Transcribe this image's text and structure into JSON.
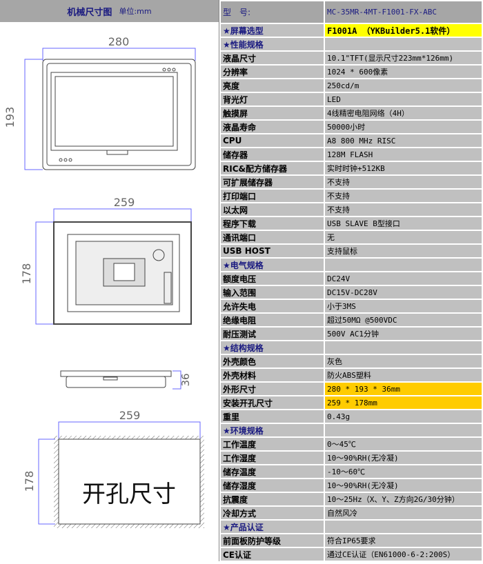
{
  "left": {
    "title": "机械尺寸图",
    "unit": "单位:mm",
    "drawings": {
      "front_w": "280",
      "front_h": "193",
      "back_w": "259",
      "back_h": "178",
      "side_d": "36",
      "cut_w": "259",
      "cut_h": "178",
      "cut_label": "开孔尺寸"
    }
  },
  "header": {
    "label": "型　号:",
    "value": "MC-35MR-4MT-F1001-FX-ABC"
  },
  "colors": {
    "highlight_yellow": "#ffff00",
    "highlight_gold": "#ffcc00",
    "model_pink": "#ff99cc",
    "section_text": "#1a1a80",
    "cell_bg": "#c0c0c0"
  },
  "rows": [
    {
      "k": "★屏幕选型",
      "v": "F1001A （YKBuilder5.1软件）",
      "t": "sec",
      "hl": "yel"
    },
    {
      "k": "★性能规格",
      "v": "",
      "t": "sec"
    },
    {
      "k": "液晶尺寸",
      "v": "10.1\"TFT(显示尺寸223mm*126mm)"
    },
    {
      "k": "分辨率",
      "v": "1024 * 600像素"
    },
    {
      "k": "亮度",
      "v": "250cd/m"
    },
    {
      "k": "背光灯",
      "v": "LED"
    },
    {
      "k": "触摸屏",
      "v": "4线精密电阻网络（4H）"
    },
    {
      "k": "液晶寿命",
      "v": "50000小时"
    },
    {
      "k": "CPU",
      "v": "A8 800 MHz RISC"
    },
    {
      "k": "储存器",
      "v": "128M FLASH"
    },
    {
      "k": "RIC&配方储存器",
      "v": "实时时钟+512KB"
    },
    {
      "k": "可扩展储存器",
      "v": "不支持"
    },
    {
      "k": "打印端口",
      "v": "不支持"
    },
    {
      "k": "以太网",
      "v": "不支持"
    },
    {
      "k": "程序下载",
      "v": "USB SLAVE B型接口"
    },
    {
      "k": "通讯端口",
      "v": "无"
    },
    {
      "k": "USB HOST",
      "v": "支持鼠标"
    },
    {
      "k": "★电气规格",
      "v": "",
      "t": "sec"
    },
    {
      "k": "额度电压",
      "v": "DC24V"
    },
    {
      "k": "输入范围",
      "v": "DC15V-DC28V"
    },
    {
      "k": "允许失电",
      "v": "小于3MS"
    },
    {
      "k": "绝缘电阻",
      "v": "超过50MΩ @500VDC"
    },
    {
      "k": "耐压测试",
      "v": "500V AC1分钟"
    },
    {
      "k": "★结构规格",
      "v": "",
      "t": "sec"
    },
    {
      "k": "外壳颜色",
      "v": "灰色"
    },
    {
      "k": "外壳材料",
      "v": "防火ABS塑料"
    },
    {
      "k": "外形尺寸",
      "v": "280 * 193 * 36mm",
      "hl": "gold"
    },
    {
      "k": "安装开孔尺寸",
      "v": "259 * 178mm",
      "hl": "gold"
    },
    {
      "k": "重里",
      "v": "0.43g"
    },
    {
      "k": "★环境规格",
      "v": "",
      "t": "sec"
    },
    {
      "k": "工作温度",
      "v": "0～45℃"
    },
    {
      "k": "工作湿度",
      "v": "10～90%RH(无冷凝)"
    },
    {
      "k": "储存温度",
      "v": "-10～60℃"
    },
    {
      "k": "储存湿度",
      "v": "10～90%RH(无冷凝)"
    },
    {
      "k": "抗震度",
      "v": "10～25Hz（X、Y、Z方向2G/30分钟）"
    },
    {
      "k": "冷却方式",
      "v": "自然风冷"
    },
    {
      "k": "★产品认证",
      "v": "",
      "t": "sec"
    },
    {
      "k": "前面板防护等级",
      "v": "符合IP65要求"
    },
    {
      "k": "CE认证",
      "v": "通过CE认证（EN61000-6-2:200S）"
    }
  ]
}
